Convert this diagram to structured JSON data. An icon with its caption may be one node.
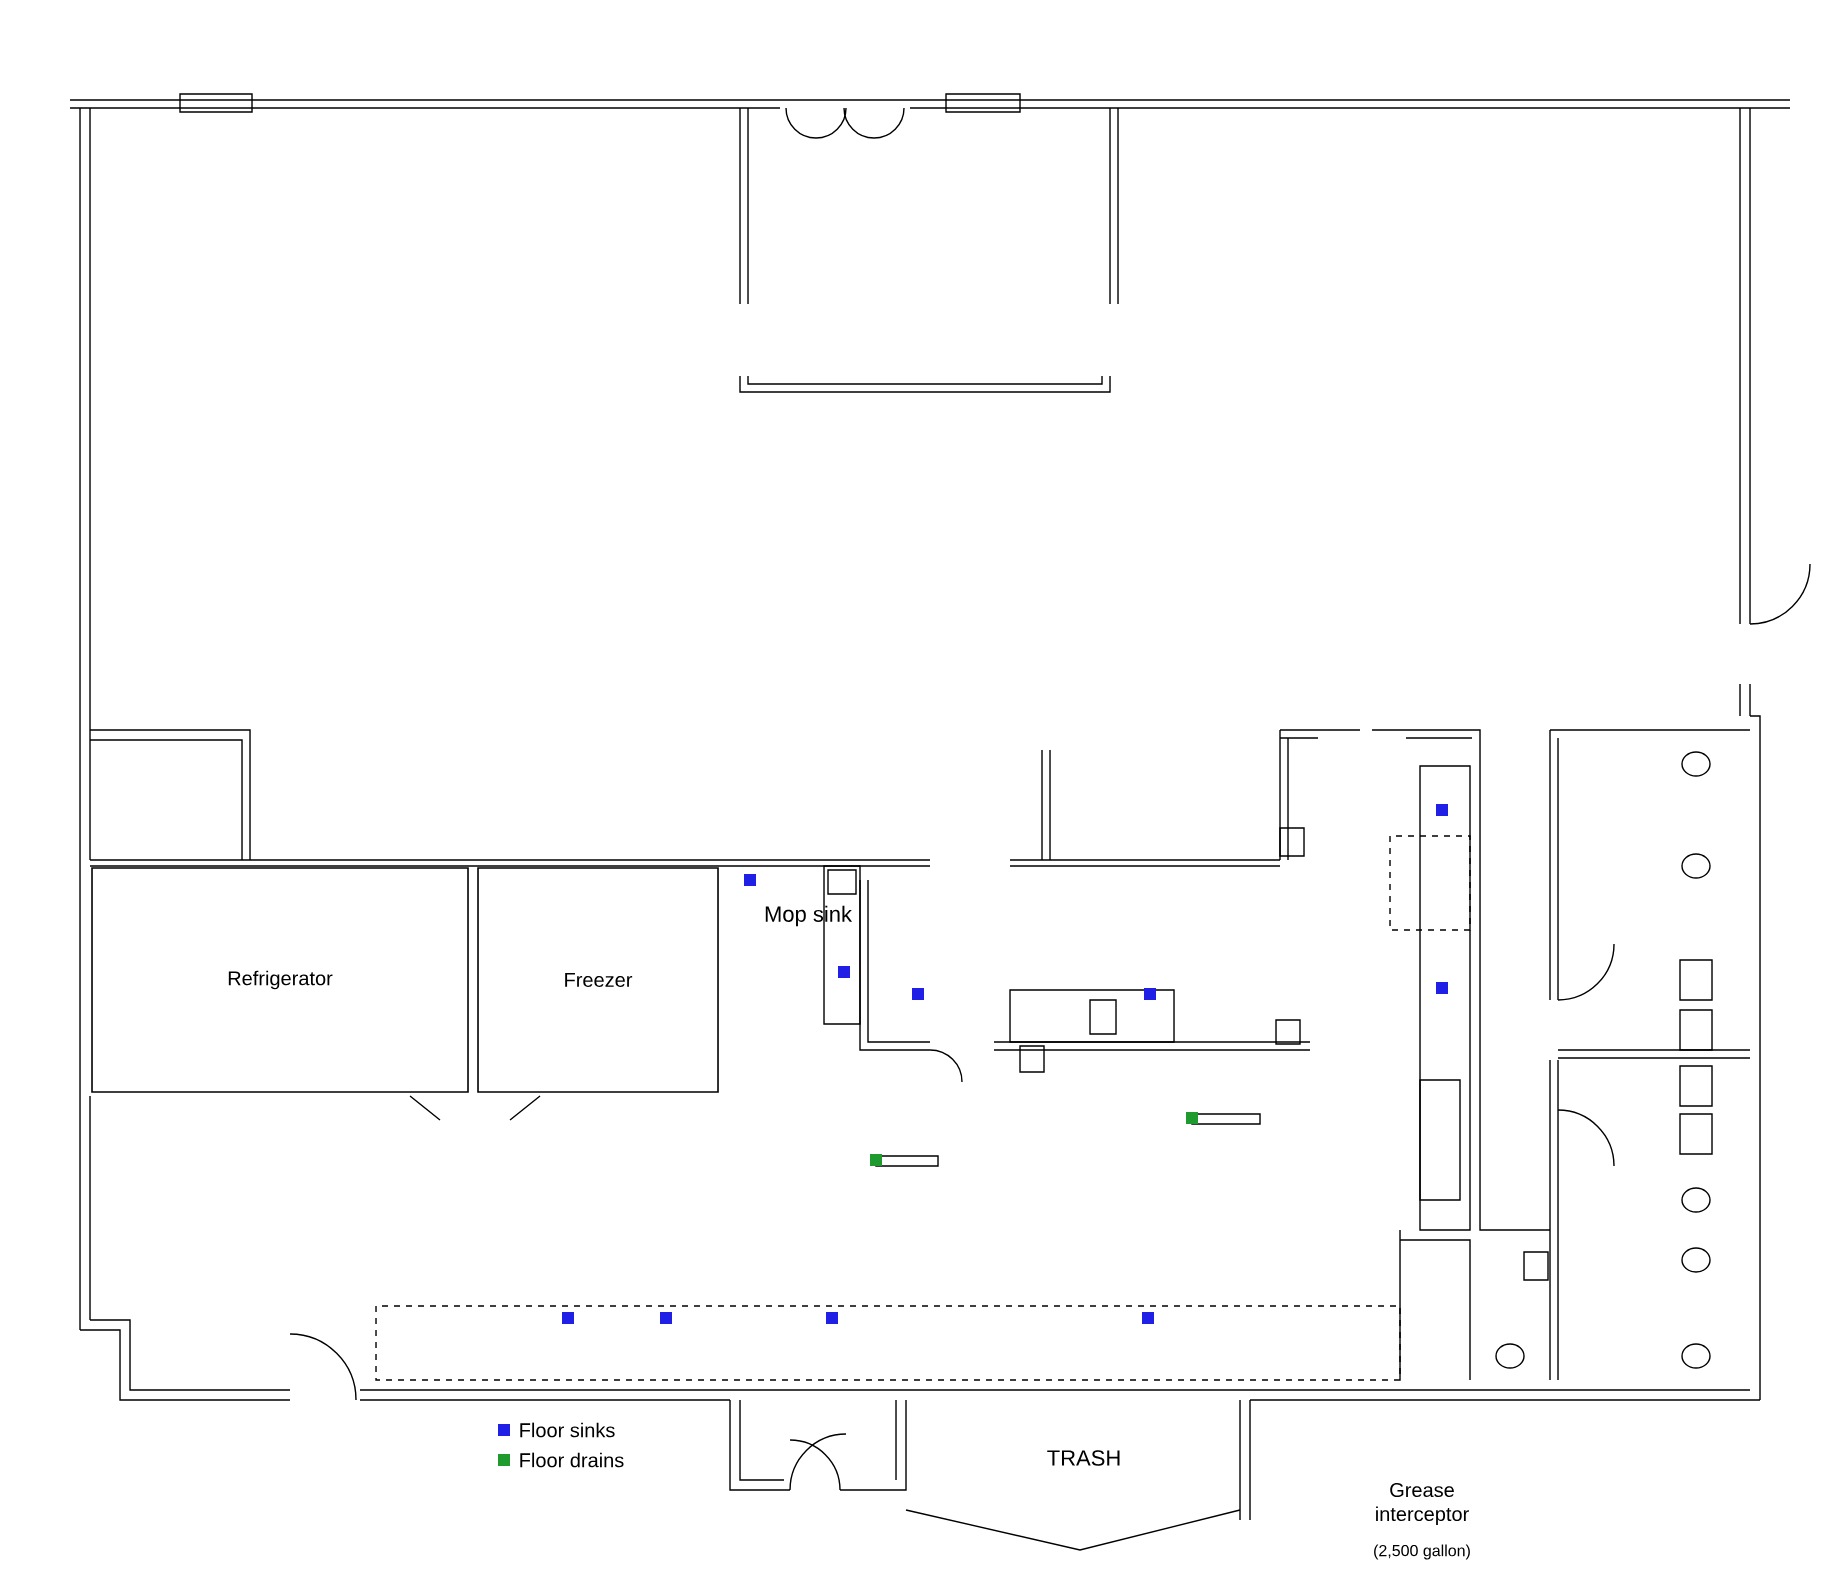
{
  "diagram": {
    "nodes": [
      {
        "text": [
          "Refrigerator"
        ]
      },
      {
        "text": [
          "Freezer"
        ]
      }
    ],
    "edges": [],
    "labels": [
      "Mop sink",
      "TRASH",
      "Grease interceptor",
      "(2,500 gallon)"
    ],
    "legend": [
      {
        "text": "Floor sinks",
        "color": "#1f1fe6"
      },
      {
        "text": "Floor drains",
        "color": "#1f9a2e"
      }
    ]
  }
}
